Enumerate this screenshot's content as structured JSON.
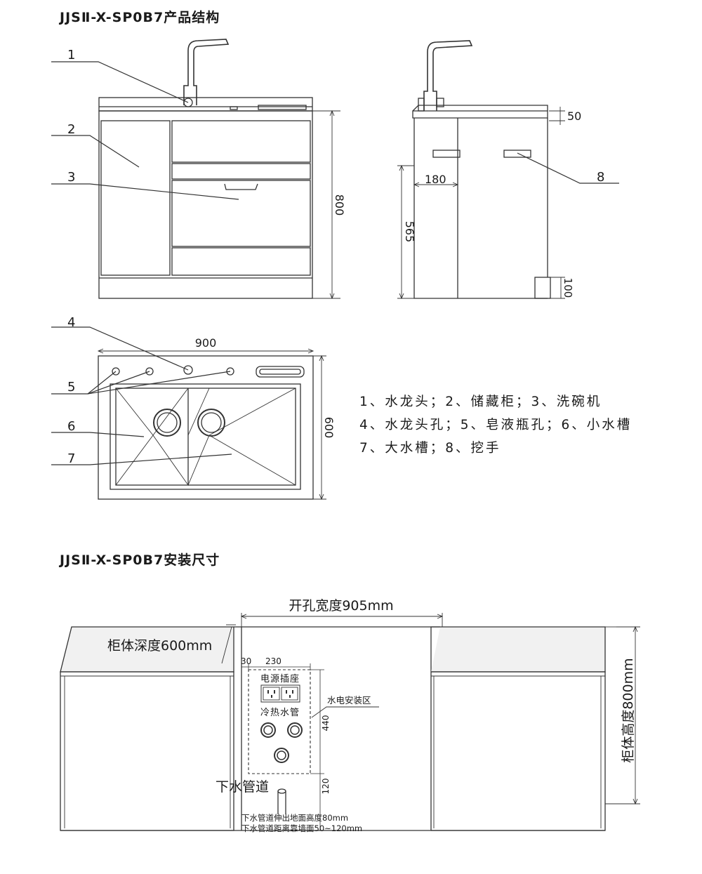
{
  "structure_title": "JJSⅡ-X-SP0B7产品结构",
  "install_title": "JJSⅡ-X-SP0B7安装尺寸",
  "front_view": {
    "callouts": [
      "1",
      "2",
      "3"
    ],
    "height_dim": "800"
  },
  "side_view": {
    "dim_top": "50",
    "dim_depth": "180",
    "dim_height": "565",
    "dim_base": "100",
    "callout": "8"
  },
  "top_view": {
    "callouts": [
      "4",
      "5",
      "6",
      "7"
    ],
    "width_dim": "900",
    "depth_dim": "600"
  },
  "legend": {
    "line1": "1、水龙头；2、储藏柜；3、洗碗机",
    "line2": "4、水龙头孔；5、皂液瓶孔；6、小水槽",
    "line3": "7、大水槽；8、挖手"
  },
  "install": {
    "cutout_width": "开孔宽度905mm",
    "cabinet_depth": "柜体深度600mm",
    "cabinet_height": "柜体高度800mm",
    "dim_30": "30",
    "dim_230": "230",
    "dim_440": "440",
    "dim_120": "120",
    "socket_label": "电源插座",
    "pipe_label": "冷热水管",
    "zone_label": "水电安装区",
    "drain_label": "下水管道",
    "note1": "下水管道伸出地面高度80mm",
    "note2": "下水管道距离靠墙面50~120mm"
  }
}
